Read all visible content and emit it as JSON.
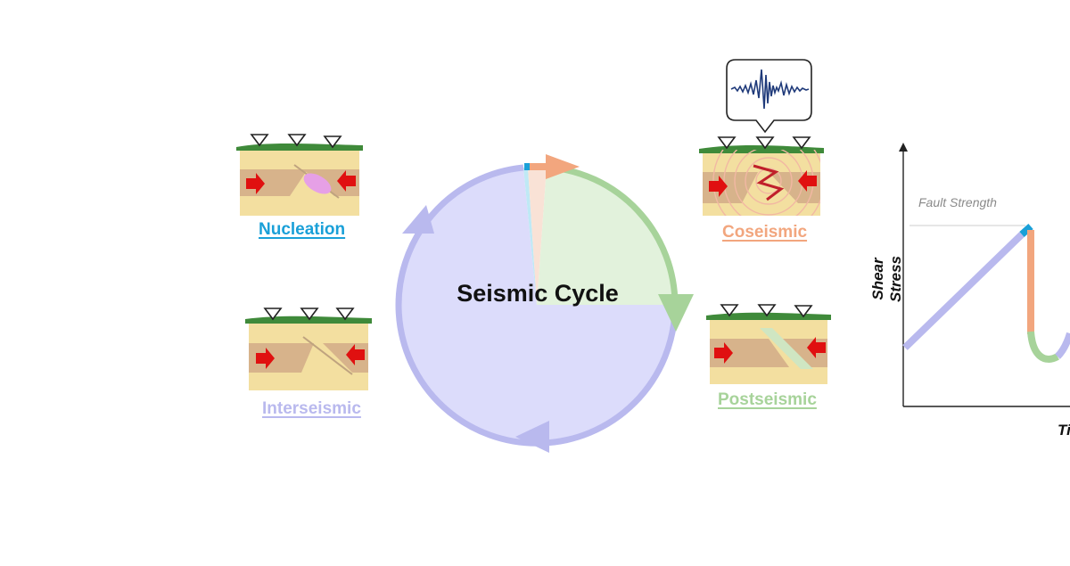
{
  "diagram": {
    "center_title": "Seismic Cycle",
    "phases": {
      "nucleation": {
        "label": "Nucleation",
        "color": "#1aa0d8"
      },
      "coseismic": {
        "label": "Coseismic",
        "color": "#f2a67e"
      },
      "postseismic": {
        "label": "Postseismic",
        "color": "#a7d39a"
      },
      "interseismic": {
        "label": "Interseismic",
        "color": "#b9b9ee"
      }
    },
    "graph": {
      "y_axis_label": "Shear Stress",
      "x_axis_label": "Time",
      "threshold_label": "Fault Strength"
    }
  },
  "colors": {
    "sediment": "#f3dfa0",
    "fault_block": "#d7b38b",
    "grass": "#3f8a3a",
    "arrow_red": "#e01010",
    "cycle_fill": "#dcdcfb"
  },
  "icons": [
    "seismometer-triangle-icon",
    "compression-arrow-icon",
    "seismogram-icon",
    "rupture-zigzag-icon"
  ]
}
